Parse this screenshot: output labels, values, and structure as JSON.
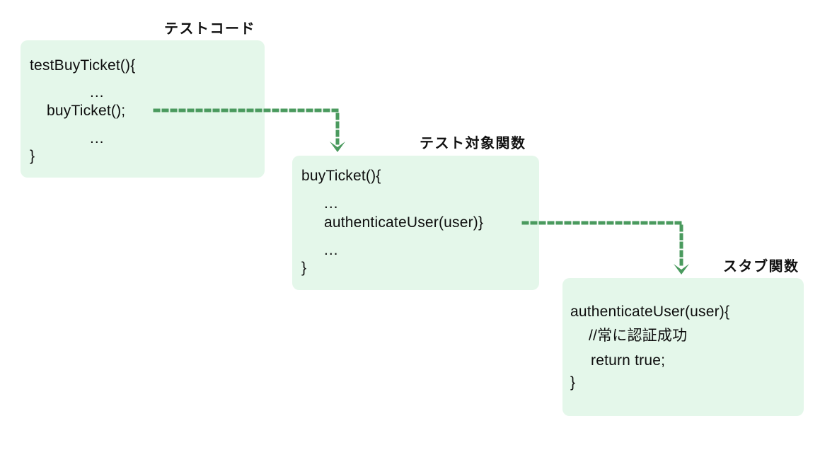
{
  "diagram": {
    "title_colors": {
      "box_fill": "#e4f7ea",
      "connector": "#4a9a5e",
      "text": "#0d0d0d"
    },
    "boxes": [
      {
        "id": "test-code",
        "label": "テストコード",
        "lines": [
          "testBuyTicket(){",
          "...",
          "buyTicket();",
          "...",
          "}"
        ]
      },
      {
        "id": "target-function",
        "label": "テスト対象関数",
        "lines": [
          "buyTicket(){",
          "...",
          "authenticateUser(user)}",
          "...",
          "}"
        ]
      },
      {
        "id": "stub-function",
        "label": "スタブ関数",
        "lines": [
          "authenticateUser(user){",
          "//常に認証成功",
          "return true;",
          "}"
        ]
      }
    ],
    "connectors": [
      {
        "id": "test-to-target",
        "from": "buyTicket();",
        "to": "buyTicket(){"
      },
      {
        "id": "target-to-stub",
        "from": "authenticateUser(user)}",
        "to": "authenticateUser(user){"
      }
    ]
  }
}
